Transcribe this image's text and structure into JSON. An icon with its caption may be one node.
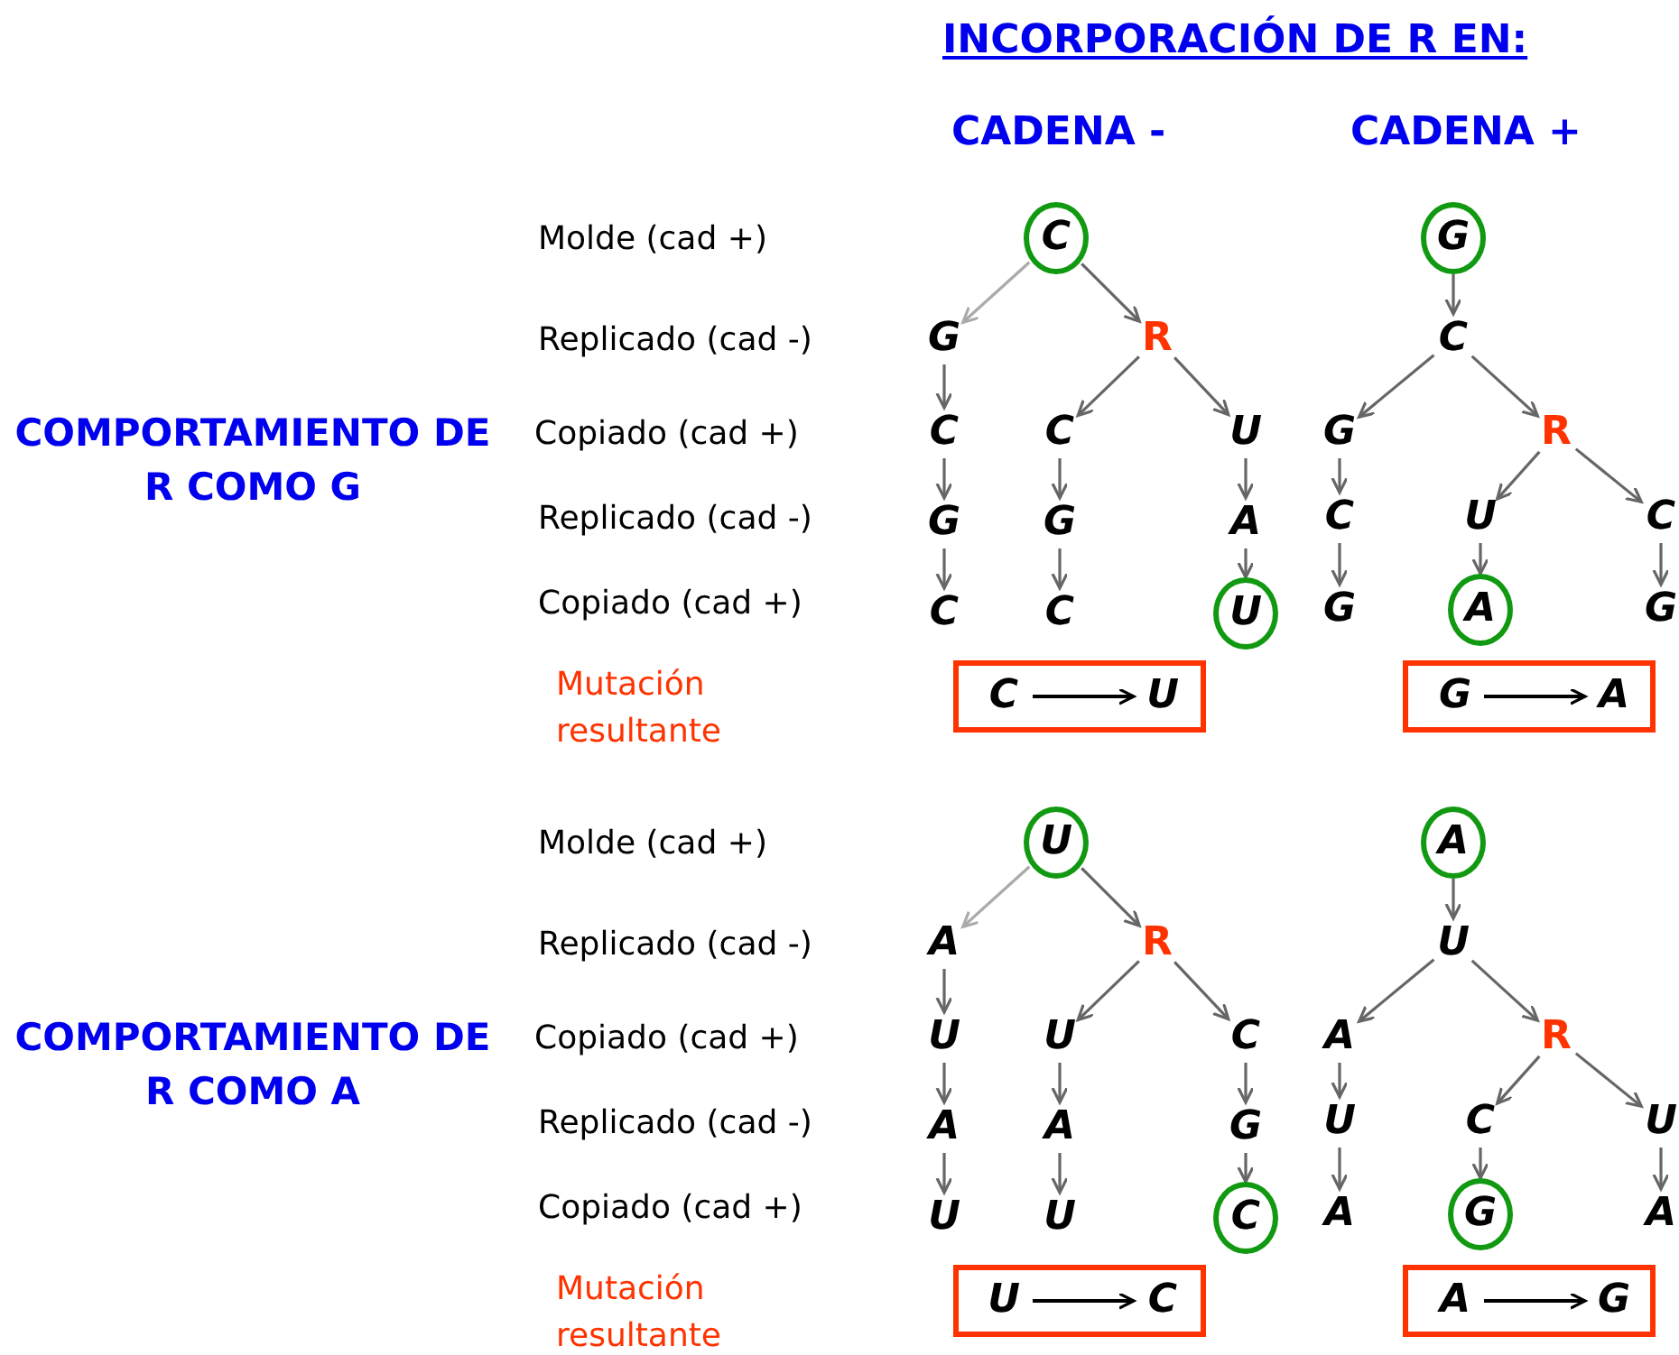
{
  "diagram": {
    "title": "INCORPORACIÓN DE R EN:",
    "nodes": [
      {
        "text": [
          "C"
        ]
      },
      {
        "text": [
          "G"
        ]
      },
      {
        "text": [
          "R"
        ]
      },
      {
        "text": [
          "C"
        ]
      },
      {
        "text": [
          "C"
        ]
      },
      {
        "text": [
          "U"
        ]
      },
      {
        "text": [
          "G"
        ]
      },
      {
        "text": [
          "G"
        ]
      },
      {
        "text": [
          "A"
        ]
      },
      {
        "text": [
          "C"
        ]
      },
      {
        "text": [
          "C"
        ]
      },
      {
        "text": [
          "U"
        ]
      },
      {
        "text": [],
        "shape": "box"
      },
      {
        "text": [
          "C"
        ],
        "in": 12
      },
      {
        "text": [
          "U"
        ],
        "in": 12
      },
      {
        "text": [
          "G"
        ]
      },
      {
        "text": [
          "C"
        ]
      },
      {
        "text": [
          "G"
        ]
      },
      {
        "text": [
          "R"
        ]
      },
      {
        "text": [
          "C"
        ]
      },
      {
        "text": [
          "U"
        ]
      },
      {
        "text": [
          "C"
        ]
      },
      {
        "text": [
          "G"
        ]
      },
      {
        "text": [
          "A"
        ]
      },
      {
        "text": [
          "G"
        ]
      },
      {
        "text": [],
        "shape": "box"
      },
      {
        "text": [
          "G"
        ],
        "in": 25
      },
      {
        "text": [
          "A"
        ],
        "in": 25
      },
      {
        "text": [
          "U"
        ]
      },
      {
        "text": [
          "A"
        ]
      },
      {
        "text": [
          "R"
        ]
      },
      {
        "text": [
          "U"
        ]
      },
      {
        "text": [
          "U"
        ]
      },
      {
        "text": [
          "C"
        ]
      },
      {
        "text": [
          "A"
        ]
      },
      {
        "text": [
          "A"
        ]
      },
      {
        "text": [
          "G"
        ]
      },
      {
        "text": [
          "U"
        ]
      },
      {
        "text": [
          "U"
        ]
      },
      {
        "text": [
          "C"
        ]
      },
      {
        "text": [],
        "shape": "box"
      },
      {
        "text": [
          "U"
        ],
        "in": 40
      },
      {
        "text": [
          "C"
        ],
        "in": 40
      },
      {
        "text": [
          "A"
        ]
      },
      {
        "text": [
          "U"
        ]
      },
      {
        "text": [
          "A"
        ]
      },
      {
        "text": [
          "R"
        ]
      },
      {
        "text": [
          "U"
        ]
      },
      {
        "text": [
          "C"
        ]
      },
      {
        "text": [
          "U"
        ]
      },
      {
        "text": [
          "A"
        ]
      },
      {
        "text": [
          "G"
        ]
      },
      {
        "text": [
          "A"
        ]
      },
      {
        "text": [],
        "shape": "box"
      },
      {
        "text": [
          "A"
        ],
        "in": 53
      },
      {
        "text": [
          "G"
        ],
        "in": 53
      }
    ],
    "edges": [
      {
        "from": 0,
        "to": 1,
        "arrow": "to",
        "color": "#aaaaaa"
      },
      {
        "from": 0,
        "to": 2,
        "arrow": "to"
      },
      {
        "from": 2,
        "to": 4,
        "arrow": "to"
      },
      {
        "from": 2,
        "to": 5,
        "arrow": "to"
      },
      {
        "from": 1,
        "to": 3,
        "arrow": "to"
      },
      {
        "from": 3,
        "to": 6,
        "arrow": "to"
      },
      {
        "from": 6,
        "to": 9,
        "arrow": "to"
      },
      {
        "from": 4,
        "to": 7,
        "arrow": "to"
      },
      {
        "from": 7,
        "to": 10,
        "arrow": "to"
      },
      {
        "from": 5,
        "to": 8,
        "arrow": "to"
      },
      {
        "from": 8,
        "to": 11,
        "arrow": "to"
      },
      {
        "from": 13,
        "to": 14,
        "arrow": "to",
        "color": "#000000"
      },
      {
        "from": 15,
        "to": 16,
        "arrow": "to"
      },
      {
        "from": 16,
        "to": 17,
        "arrow": "to"
      },
      {
        "from": 16,
        "to": 18,
        "arrow": "to"
      },
      {
        "from": 18,
        "to": 20,
        "arrow": "to"
      },
      {
        "from": 18,
        "to": 21,
        "arrow": "to"
      },
      {
        "from": 17,
        "to": 19,
        "arrow": "to"
      },
      {
        "from": 19,
        "to": 22,
        "arrow": "to"
      },
      {
        "from": 20,
        "to": 23,
        "arrow": "to"
      },
      {
        "from": 21,
        "to": 24,
        "arrow": "to"
      },
      {
        "from": 26,
        "to": 27,
        "arrow": "to",
        "color": "#000000"
      },
      {
        "from": 28,
        "to": 29,
        "arrow": "to",
        "color": "#aaaaaa"
      },
      {
        "from": 28,
        "to": 30,
        "arrow": "to"
      },
      {
        "from": 30,
        "to": 32,
        "arrow": "to"
      },
      {
        "from": 30,
        "to": 33,
        "arrow": "to"
      },
      {
        "from": 29,
        "to": 31,
        "arrow": "to"
      },
      {
        "from": 31,
        "to": 34,
        "arrow": "to"
      },
      {
        "from": 34,
        "to": 37,
        "arrow": "to"
      },
      {
        "from": 32,
        "to": 35,
        "arrow": "to"
      },
      {
        "from": 35,
        "to": 38,
        "arrow": "to"
      },
      {
        "from": 33,
        "to": 36,
        "arrow": "to"
      },
      {
        "from": 36,
        "to": 39,
        "arrow": "to"
      },
      {
        "from": 41,
        "to": 42,
        "arrow": "to",
        "color": "#000000"
      },
      {
        "from": 43,
        "to": 44,
        "arrow": "to"
      },
      {
        "from": 44,
        "to": 45,
        "arrow": "to"
      },
      {
        "from": 44,
        "to": 46,
        "arrow": "to"
      },
      {
        "from": 46,
        "to": 48,
        "arrow": "to"
      },
      {
        "from": 46,
        "to": 49,
        "arrow": "to"
      },
      {
        "from": 45,
        "to": 47,
        "arrow": "to"
      },
      {
        "from": 47,
        "to": 50,
        "arrow": "to"
      },
      {
        "from": 48,
        "to": 51,
        "arrow": "to"
      },
      {
        "from": 49,
        "to": 52,
        "arrow": "to"
      },
      {
        "from": 54,
        "to": 55,
        "arrow": "to",
        "color": "#000000"
      }
    ],
    "labels": [
      "CADENA -",
      "CADENA +",
      "Molde (cad +)",
      "Replicado (cad -)",
      "COMPORTAMIENTO DE R COMO G",
      "Copiado (cad +)",
      "Replicado (cad -)",
      "Copiado (cad +)",
      "Mutación resultante",
      "Molde (cad +)",
      "Replicado (cad -)",
      "COMPORTAMIENTO DE R COMO A",
      "Copiado (cad +)",
      "Replicado (cad -)",
      "Copiado (cad +)",
      "Mutación resultante"
    ]
  }
}
